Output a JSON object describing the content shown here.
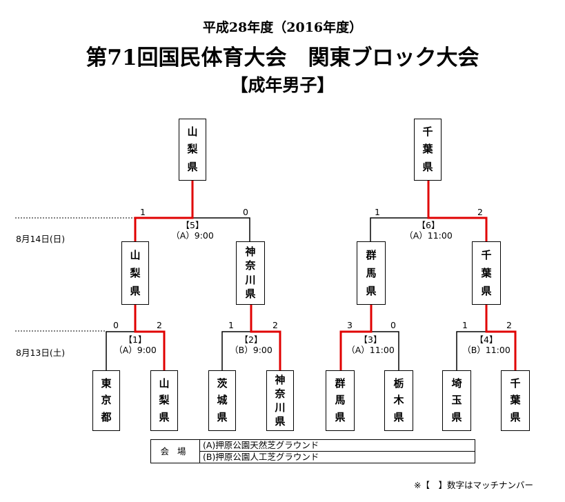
{
  "title": {
    "line1": "平成28年度（2016年度）",
    "line2": "第71回国民体育大会　関東ブロック大会",
    "line3": "【成年男子】"
  },
  "dates": {
    "day2": "8月14日(日)",
    "day1": "8月13日(土)"
  },
  "teams": {
    "r1": [
      [
        "東",
        "京",
        "都"
      ],
      [
        "山",
        "梨",
        "県"
      ],
      [
        "茨",
        "城",
        "県"
      ],
      [
        "神",
        "奈",
        "川",
        "県"
      ],
      [
        "群",
        "馬",
        "県"
      ],
      [
        "栃",
        "木",
        "県"
      ],
      [
        "埼",
        "玉",
        "県"
      ],
      [
        "千",
        "葉",
        "県"
      ]
    ],
    "r2": [
      [
        "山",
        "梨",
        "県"
      ],
      [
        "神",
        "奈",
        "川",
        "県"
      ],
      [
        "群",
        "馬",
        "県"
      ],
      [
        "千",
        "葉",
        "県"
      ]
    ],
    "r3": [
      [
        "山",
        "梨",
        "県"
      ],
      [
        "千",
        "葉",
        "県"
      ]
    ]
  },
  "matches": {
    "m1": {
      "id": "【1】",
      "time": "（A）9:00",
      "scores": [
        "0",
        "2"
      ]
    },
    "m2": {
      "id": "【2】",
      "time": "（B）9:00",
      "scores": [
        "1",
        "2"
      ]
    },
    "m3": {
      "id": "【3】",
      "time": "（A）11:00",
      "scores": [
        "3",
        "0"
      ]
    },
    "m4": {
      "id": "【4】",
      "time": "（B）11:00",
      "scores": [
        "1",
        "2"
      ]
    },
    "m5": {
      "id": "【5】",
      "time": "（A）9:00",
      "scores": [
        "1",
        "0"
      ]
    },
    "m6": {
      "id": "【6】",
      "time": "（A）11:00",
      "scores": [
        "1",
        "2"
      ]
    }
  },
  "venue": {
    "header": "会場",
    "a": "(A)押原公園天然芝グラウンド",
    "b": "(B)押原公園人工芝グラウンド"
  },
  "note": "※【　】数字はマッチナンバー",
  "colors": {
    "win": "#e00000",
    "line": "#000000"
  }
}
